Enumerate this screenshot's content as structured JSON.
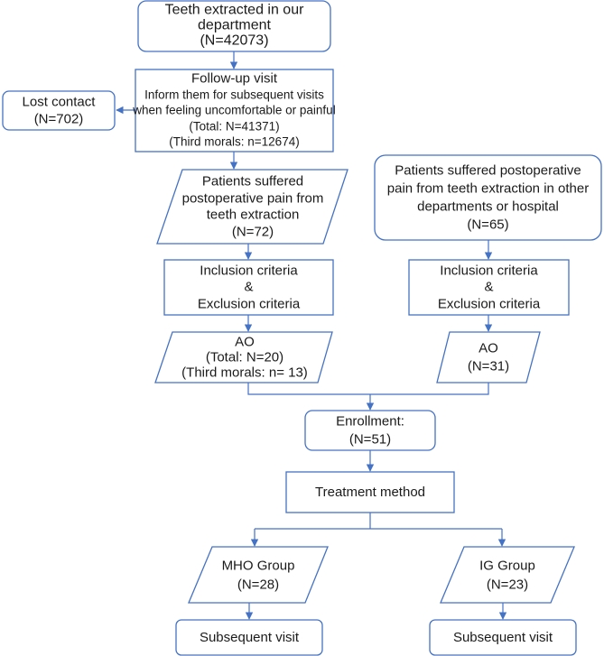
{
  "nodes": {
    "teeth_extracted": {
      "lines": [
        "Teeth extracted in our",
        "department",
        "(N=42073)"
      ]
    },
    "follow_up": {
      "lines": [
        "Follow-up visit",
        "Inform them for subsequent visits",
        "when feeling uncomfortable or painful",
        "(Total: N=41371)",
        "(Third morals: n=12674)"
      ]
    },
    "lost_contact": {
      "lines": [
        "Lost contact",
        "(N=702)"
      ]
    },
    "patients_ours": {
      "lines": [
        "Patients suffered",
        "postoperative pain from",
        "teeth extraction",
        "(N=72)"
      ]
    },
    "patients_other": {
      "lines": [
        "Patients suffered postoperative",
        "pain from teeth extraction in other",
        "departments or hospital",
        "(N=65)"
      ]
    },
    "criteria_left": {
      "lines": [
        "Inclusion criteria",
        "&",
        "Exclusion criteria"
      ]
    },
    "criteria_right": {
      "lines": [
        "Inclusion criteria",
        "&",
        "Exclusion criteria"
      ]
    },
    "ao_left": {
      "lines": [
        "AO",
        "(Total: N=20)",
        "(Third morals: n= 13)"
      ]
    },
    "ao_right": {
      "lines": [
        "AO",
        "(N=31)"
      ]
    },
    "enrollment": {
      "lines": [
        "Enrollment:",
        "(N=51)"
      ]
    },
    "treatment": {
      "lines": [
        "Treatment method"
      ]
    },
    "mho_group": {
      "lines": [
        "MHO Group",
        "(N=28)"
      ]
    },
    "ig_group": {
      "lines": [
        "IG Group",
        "(N=23)"
      ]
    },
    "visit_left": {
      "lines": [
        "Subsequent visit"
      ]
    },
    "visit_right": {
      "lines": [
        "Subsequent visit"
      ]
    }
  },
  "colors": {
    "stroke": "#4472c4",
    "text": "#1a1a1a",
    "background": "#ffffff"
  }
}
